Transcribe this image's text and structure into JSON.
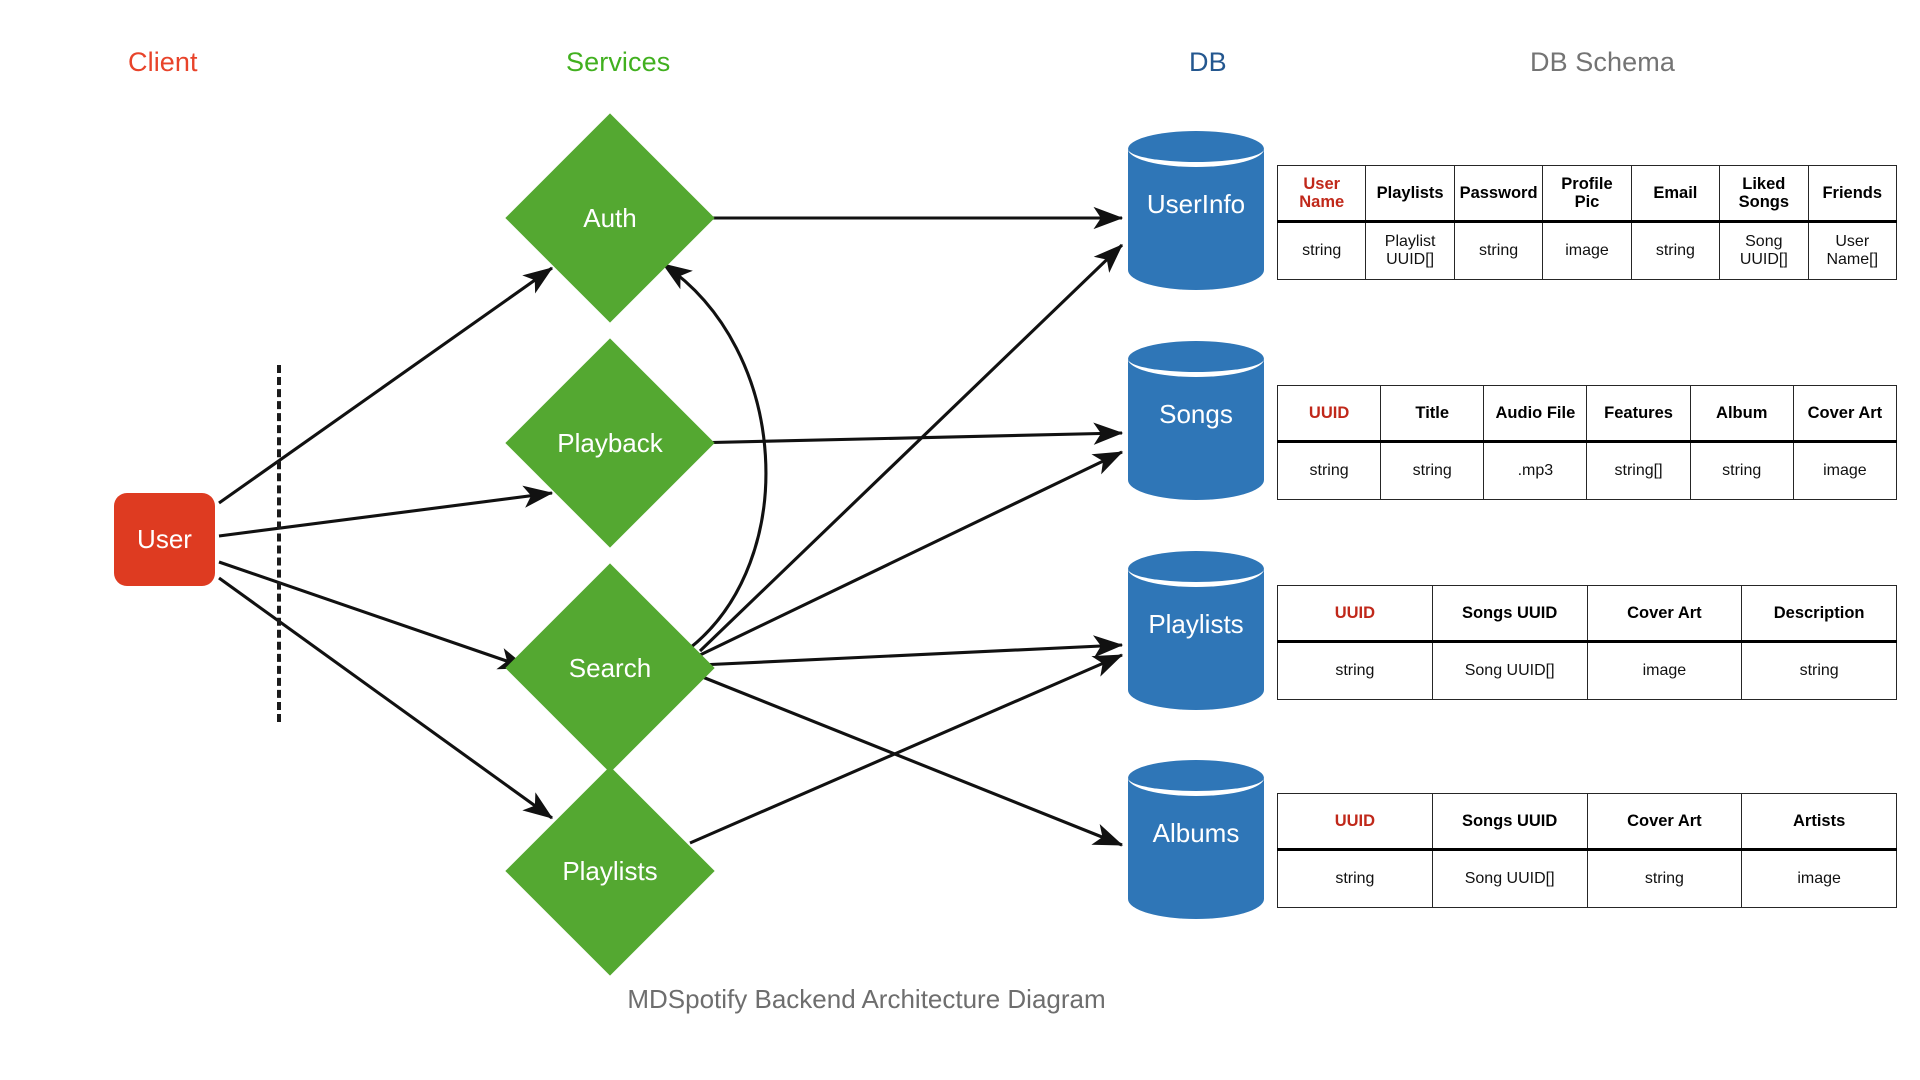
{
  "columns": {
    "client": "Client",
    "services": "Services",
    "db": "DB",
    "schema": "DB Schema"
  },
  "colors": {
    "client": "#E8432A",
    "services": "#41B01F",
    "db": "#24578F",
    "schema": "#747474",
    "user_node": "#DE3B21",
    "service_node": "#54A831",
    "db_node": "#2F76B7",
    "primary_key": "#C0281A",
    "edge": "#1b1b1b"
  },
  "client": {
    "user_label": "User"
  },
  "services": [
    {
      "label": "Auth"
    },
    {
      "label": "Playback"
    },
    {
      "label": "Search"
    },
    {
      "label": "Playlists"
    }
  ],
  "databases": [
    {
      "label": "UserInfo"
    },
    {
      "label": "Songs"
    },
    {
      "label": "Playlists"
    },
    {
      "label": "Albums"
    }
  ],
  "schemas": [
    {
      "name": "UserInfo",
      "headers": [
        "User Name",
        "Playlists",
        "Password",
        "Profile Pic",
        "Email",
        "Liked Songs",
        "Friends"
      ],
      "primary_key_index": 0,
      "types": [
        "string",
        "Playlist UUID[]",
        "string",
        "image",
        "string",
        "Song UUID[]",
        "User Name[]"
      ]
    },
    {
      "name": "Songs",
      "headers": [
        "UUID",
        "Title",
        "Audio File",
        "Features",
        "Album",
        "Cover Art"
      ],
      "primary_key_index": 0,
      "types": [
        "string",
        "string",
        ".mp3",
        "string[]",
        "string",
        "image"
      ]
    },
    {
      "name": "Playlists",
      "headers": [
        "UUID",
        "Songs UUID",
        "Cover Art",
        "Description"
      ],
      "primary_key_index": 0,
      "types": [
        "string",
        "Song UUID[]",
        "image",
        "string"
      ]
    },
    {
      "name": "Albums",
      "headers": [
        "UUID",
        "Songs UUID",
        "Cover Art",
        "Artists"
      ],
      "primary_key_index": 0,
      "types": [
        "string",
        "Song UUID[]",
        "string",
        "image"
      ]
    }
  ],
  "caption": "MDSpotify Backend Architecture Diagram"
}
